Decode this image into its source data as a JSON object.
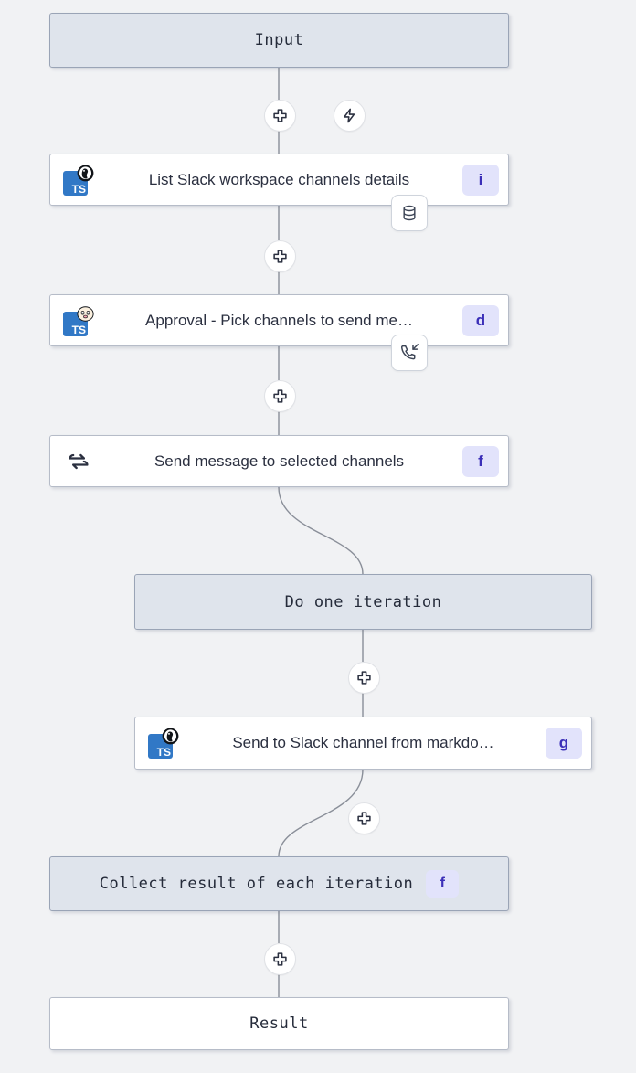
{
  "canvas": {
    "background": "#f1f2f4",
    "node_gray": "#dfe4ec",
    "node_white": "#ffffff",
    "badge_bg": "#e2e3fb",
    "badge_fg": "#3b2fb8",
    "edge_color": "#8a8f99"
  },
  "nodes": {
    "input": {
      "label": "Input"
    },
    "list_channels": {
      "label": "List Slack workspace channels details",
      "badge": "i",
      "lang_icon": "typescript-deno-icon",
      "chip_icon": "database-icon"
    },
    "approval": {
      "label": "Approval - Pick channels to send me…",
      "badge": "d",
      "lang_icon": "typescript-bun-icon",
      "chip_icon": "phone-incoming-icon"
    },
    "send_message": {
      "label": "Send message to selected channels",
      "badge": "f",
      "lang_icon": "repeat-loop-icon"
    },
    "do_one_iteration": {
      "label": "Do one iteration"
    },
    "send_to_slack": {
      "label": "Send to Slack channel from markdo…",
      "badge": "g",
      "lang_icon": "typescript-deno-icon"
    },
    "collect_result": {
      "label": "Collect result of each iteration",
      "badge": "f"
    },
    "result": {
      "label": "Result"
    }
  },
  "controls": {
    "add_step_icon": "plus-icon",
    "add_trigger_icon": "lightning-icon",
    "add_buttons": [
      {
        "name": "add-step-after-input"
      },
      {
        "name": "add-step-after-list-channels"
      },
      {
        "name": "add-step-after-approval"
      },
      {
        "name": "add-step-inside-loop"
      },
      {
        "name": "add-step-after-send-to-slack"
      },
      {
        "name": "add-step-after-collect-result"
      }
    ]
  }
}
